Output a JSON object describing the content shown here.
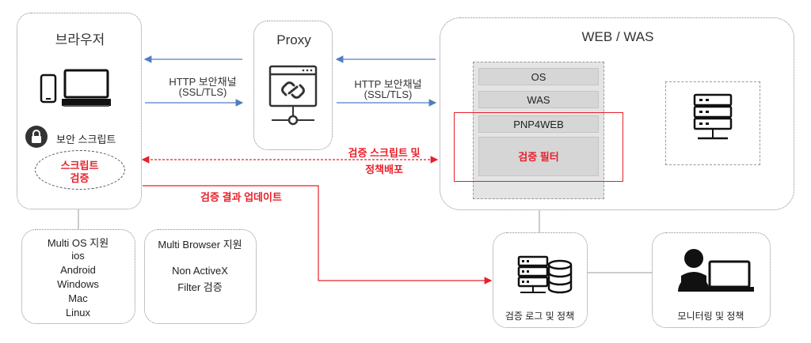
{
  "browser": {
    "title": "브라우저",
    "security_script": "보안 스크립트",
    "verify_line1": "스크립트",
    "verify_line2": "검증"
  },
  "proxy": {
    "title": "Proxy"
  },
  "web": {
    "title": "WEB / WAS",
    "layers": [
      "OS",
      "WAS",
      "PNP4WEB",
      "검증 필터"
    ]
  },
  "channel_left": {
    "line1": "HTTP 보안채널",
    "line2": "(SSL/TLS)"
  },
  "channel_right": {
    "line1": "HTTP 보안채널",
    "line2": "(SSL/TLS)"
  },
  "deploy": {
    "line1": "검증 스크립트 및",
    "line2": "정책배포"
  },
  "update_label": "검증 결과 업데이트",
  "os_support": [
    "Multi OS 지원",
    "ios",
    "Android",
    "Windows",
    "Mac",
    "Linux"
  ],
  "browser_support": {
    "line1": "Multi Browser 지원",
    "line2": "Non ActiveX",
    "line3": "Filter 검증"
  },
  "log_label": "검증 로그 및 정책",
  "monitor_label": "모니터링 및 정책",
  "colors": {
    "accent_red": "#e8202a",
    "arrow_blue": "#4f7ec2",
    "border_gray": "#888888",
    "layer_gray": "#d6d6d6"
  }
}
